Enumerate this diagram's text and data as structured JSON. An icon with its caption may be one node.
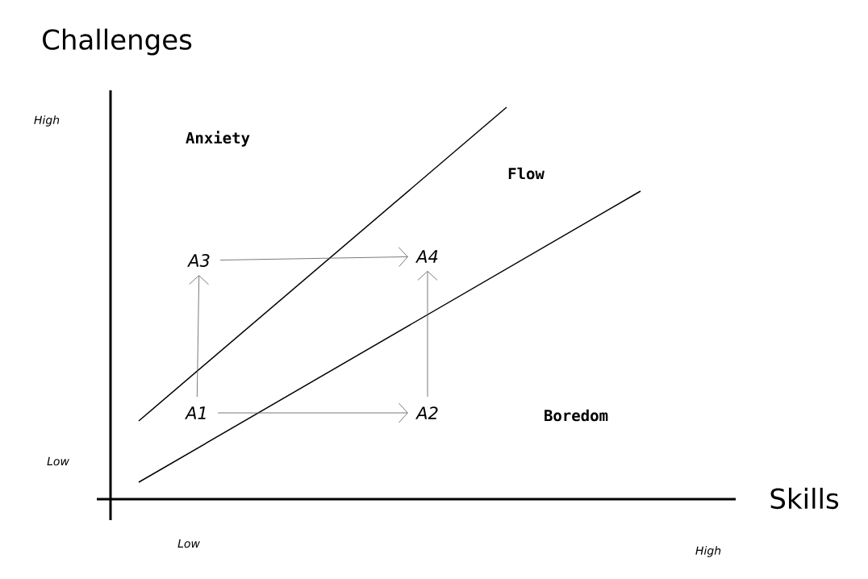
{
  "diagram": {
    "nodes": [
      {
        "text": [
          "A1"
        ]
      },
      {
        "text": [
          "A2"
        ]
      },
      {
        "text": [
          "A3"
        ]
      },
      {
        "text": [
          "A4"
        ]
      }
    ],
    "edges": [
      {
        "from": 0,
        "to": 2,
        "arrow": "to"
      },
      {
        "from": 0,
        "to": 1,
        "arrow": "to"
      },
      {
        "from": 2,
        "to": 3,
        "arrow": "to"
      },
      {
        "from": 1,
        "to": 3,
        "arrow": "to"
      }
    ],
    "labels": [
      "Challenges",
      "High",
      "Anxiety",
      "Flow",
      "Boredom",
      "Low",
      "Skills",
      "Low",
      "High"
    ]
  }
}
